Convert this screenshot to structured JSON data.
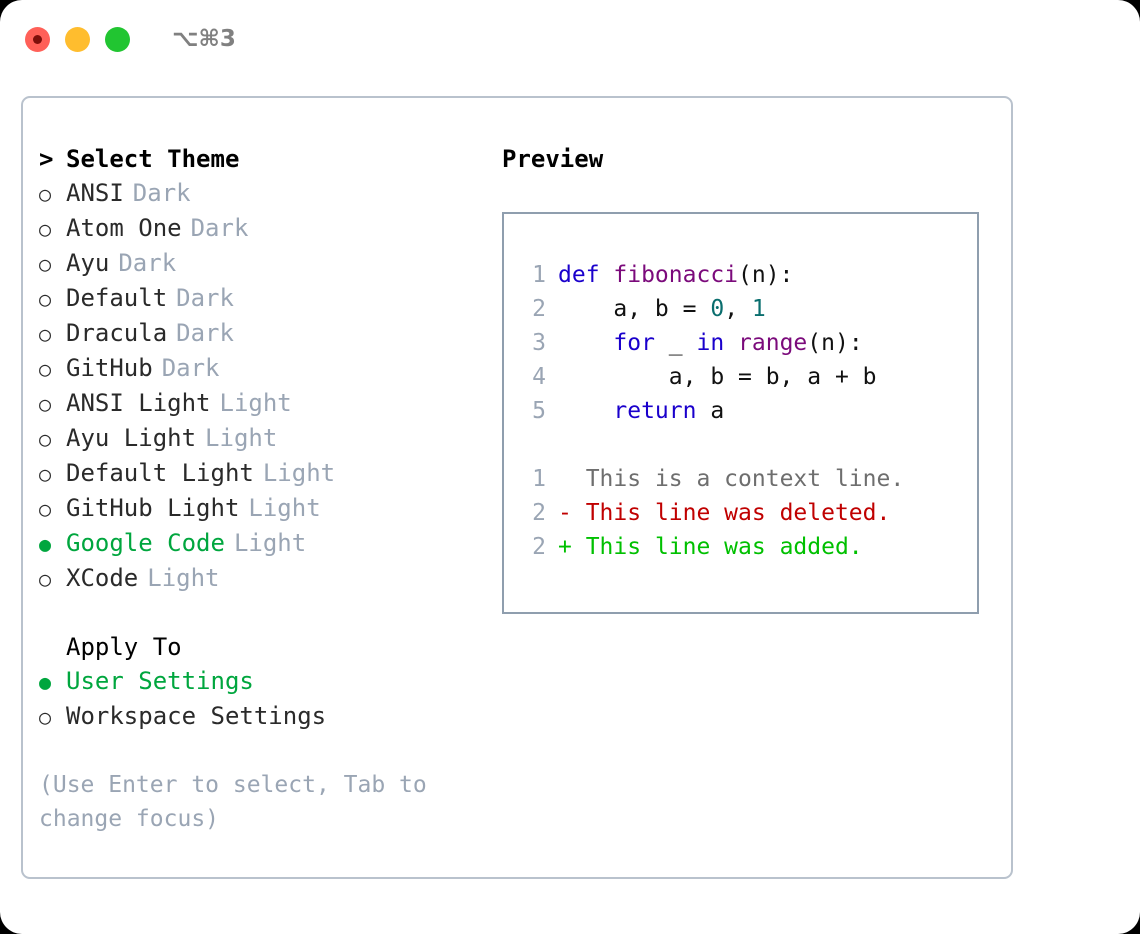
{
  "titlebar": {
    "shortcut": "⌥⌘3",
    "buttons": [
      {
        "name": "close",
        "color": "#ff6058"
      },
      {
        "name": "minimize",
        "color": "#ffbd2e"
      },
      {
        "name": "maximize",
        "color": "#21c531"
      }
    ]
  },
  "theme_section": {
    "marker": ">",
    "heading": "Select Theme",
    "items": [
      {
        "bullet": "○",
        "label": "ANSI",
        "tag": "Dark",
        "selected": false
      },
      {
        "bullet": "○",
        "label": "Atom One",
        "tag": "Dark",
        "selected": false
      },
      {
        "bullet": "○",
        "label": "Ayu",
        "tag": "Dark",
        "selected": false
      },
      {
        "bullet": "○",
        "label": "Default",
        "tag": "Dark",
        "selected": false
      },
      {
        "bullet": "○",
        "label": "Dracula",
        "tag": "Dark",
        "selected": false
      },
      {
        "bullet": "○",
        "label": "GitHub",
        "tag": "Dark",
        "selected": false
      },
      {
        "bullet": "○",
        "label": "ANSI Light",
        "tag": "Light",
        "selected": false
      },
      {
        "bullet": "○",
        "label": "Ayu Light",
        "tag": "Light",
        "selected": false
      },
      {
        "bullet": "○",
        "label": "Default Light",
        "tag": "Light",
        "selected": false
      },
      {
        "bullet": "○",
        "label": "GitHub Light",
        "tag": "Light",
        "selected": false
      },
      {
        "bullet": "●",
        "label": "Google Code",
        "tag": "Light",
        "selected": true
      },
      {
        "bullet": "○",
        "label": "XCode",
        "tag": "Light",
        "selected": false
      }
    ]
  },
  "apply_section": {
    "heading": "Apply To",
    "items": [
      {
        "bullet": "●",
        "label": "User Settings",
        "selected": true
      },
      {
        "bullet": "○",
        "label": "Workspace Settings",
        "selected": false
      }
    ]
  },
  "hint": "(Use Enter to select, Tab to change focus)",
  "preview": {
    "title": "Preview",
    "code_lines": [
      {
        "num": "1",
        "tokens": [
          {
            "t": "def ",
            "c": "kw"
          },
          {
            "t": "fibonacci",
            "c": "fn"
          },
          {
            "t": "(n):",
            "c": "pl"
          }
        ]
      },
      {
        "num": "2",
        "tokens": [
          {
            "t": "    a, b = ",
            "c": "pl"
          },
          {
            "t": "0",
            "c": "num"
          },
          {
            "t": ", ",
            "c": "pl"
          },
          {
            "t": "1",
            "c": "num"
          }
        ]
      },
      {
        "num": "3",
        "tokens": [
          {
            "t": "    ",
            "c": "pl"
          },
          {
            "t": "for",
            "c": "kw"
          },
          {
            "t": " _ ",
            "c": "pl"
          },
          {
            "t": "in",
            "c": "kw"
          },
          {
            "t": " ",
            "c": "pl"
          },
          {
            "t": "range",
            "c": "fn"
          },
          {
            "t": "(n):",
            "c": "pl"
          }
        ]
      },
      {
        "num": "4",
        "tokens": [
          {
            "t": "        a, b = b, a + b",
            "c": "pl"
          }
        ]
      },
      {
        "num": "5",
        "tokens": [
          {
            "t": "    ",
            "c": "pl"
          },
          {
            "t": "return",
            "c": "kw"
          },
          {
            "t": " a",
            "c": "pl"
          }
        ]
      }
    ],
    "diff_lines": [
      {
        "num": "1",
        "sign": " ",
        "text": " This is a context line.",
        "kind": "ctx"
      },
      {
        "num": "2",
        "sign": "-",
        "text": " This line was deleted.",
        "kind": "del"
      },
      {
        "num": "2",
        "sign": "+",
        "text": " This line was added.",
        "kind": "add"
      }
    ]
  },
  "colors": {
    "accent_green": "#00a63e",
    "muted": "#9aa5b4",
    "border": "#b9c2cd",
    "preview_border": "#8f9eae",
    "keyword": "#1a00cc",
    "function": "#7b0a7b",
    "number": "#0a6e6e",
    "diff_added": "#00c000",
    "diff_deleted": "#c00000"
  }
}
